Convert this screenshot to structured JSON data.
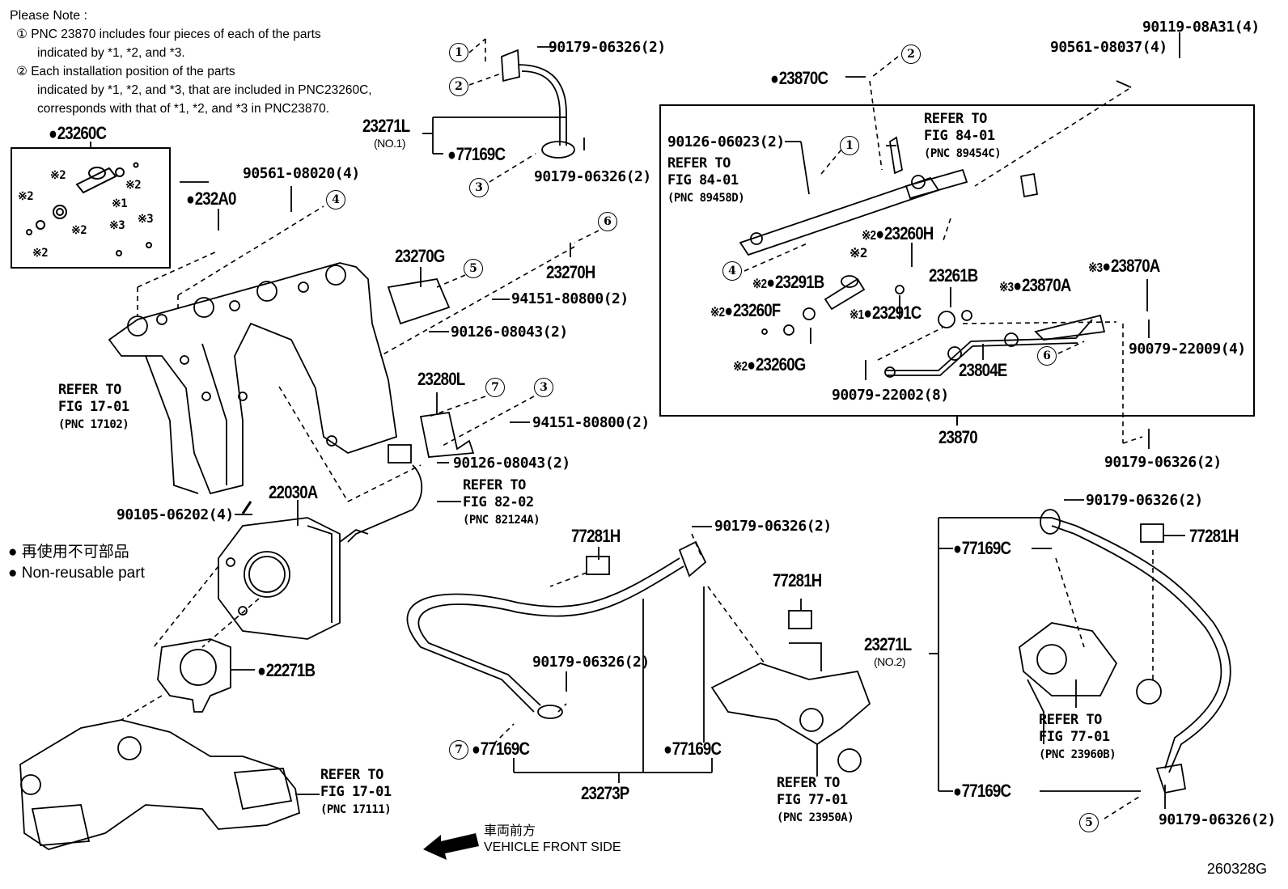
{
  "notes": {
    "title": "Please Note :",
    "items": [
      {
        "marker": "①",
        "lines": [
          "PNC 23870 includes four pieces of each of the parts",
          "indicated by *1, *2, and *3."
        ]
      },
      {
        "marker": "②",
        "lines": [
          "Each installation position of the parts",
          "indicated by *1, *2, and *3, that are included in PNC23260C,",
          "corresponds with that of *1, *2, and *3 in PNC23870."
        ]
      }
    ]
  },
  "legend": {
    "symbol": "●",
    "japanese": "再使用不可部品",
    "english": "Non-reusable part"
  },
  "front_indicator": {
    "japanese": "車両前方",
    "english": "VEHICLE FRONT SIDE"
  },
  "illustration_code": "260328G",
  "callouts": [
    "1",
    "2",
    "3",
    "4",
    "5",
    "6",
    "7"
  ],
  "parts": {
    "p23260C": "23260C",
    "kit_marks": [
      "※2",
      "※2",
      "※1",
      "※2",
      "※2",
      "※2",
      "※3",
      "※3"
    ],
    "p232A0": "232A0",
    "p90561_08020": "90561-08020(4)",
    "p23271L_no1": "23271L",
    "p23271L_no1_sub": "(NO.1)",
    "p77169C_a": "77169C",
    "p90179_06326_a": "90179-06326(2)",
    "p90179_06326_b": "90179-06326(2)",
    "p23870C": "23870C",
    "p90119_08A31": "90119-08A31(4)",
    "p90561_08037": "90561-08037(4)",
    "p90126_06023": "90126-06023(2)",
    "p23260H": "23260H",
    "p23291B": "23291B",
    "p23260F": "23260F",
    "p23260G": "23260G",
    "p23291C": "23291C",
    "p23261B": "23261B",
    "p23870A_1": "23870A",
    "p23870A_2": "23870A",
    "p90079_22009": "90079-22009(4)",
    "p23804E": "23804E",
    "p90079_22002": "90079-22002(8)",
    "p23870": "23870",
    "p90179_06326_c": "90179-06326(2)",
    "p23270G": "23270G",
    "p23270H": "23270H",
    "p94151_80800_a": "94151-80800(2)",
    "p90126_08043_a": "90126-08043(2)",
    "p23280L": "23280L",
    "p94151_80800_b": "94151-80800(2)",
    "p90126_08043_b": "90126-08043(2)",
    "p22030A": "22030A",
    "p90105_06202": "90105-06202(4)",
    "p22271B": "22271B",
    "p77281H_a": "77281H",
    "p90179_06326_d": "90179-06326(2)",
    "p90179_06326_e": "90179-06326(2)",
    "p77169C_b": "77169C",
    "p77169C_c": "77169C",
    "p23273P": "23273P",
    "p77281H_b": "77281H",
    "p90179_06326_f": "90179-06326(2)",
    "p77281H_c": "77281H",
    "p23271L_no2": "23271L",
    "p23271L_no2_sub": "(NO.2)",
    "p77169C_d": "77169C",
    "p77169C_e": "77169C",
    "p90179_06326_g": "90179-06326(2)"
  },
  "mark_prefix": {
    "k2": "※2",
    "k1": "※1",
    "k3": "※3"
  },
  "references": {
    "refer_to": "REFER TO",
    "r_84_01_a": {
      "fig": "FIG 84-01",
      "pnc": "(PNC 89454C)"
    },
    "r_84_01_b": {
      "fig": "FIG 84-01",
      "pnc": "(PNC 89458D)"
    },
    "r_17_01_a": {
      "fig": "FIG 17-01",
      "pnc": "(PNC 17102)"
    },
    "r_17_01_b": {
      "fig": "FIG 17-01",
      "pnc": "(PNC 17111)"
    },
    "r_82_02": {
      "fig": "FIG 82-02",
      "pnc": "(PNC 82124A)"
    },
    "r_77_01_a": {
      "fig": "FIG 77-01",
      "pnc": "(PNC 23950A)"
    },
    "r_77_01_b": {
      "fig": "FIG 77-01",
      "pnc": "(PNC 23960B)"
    }
  }
}
